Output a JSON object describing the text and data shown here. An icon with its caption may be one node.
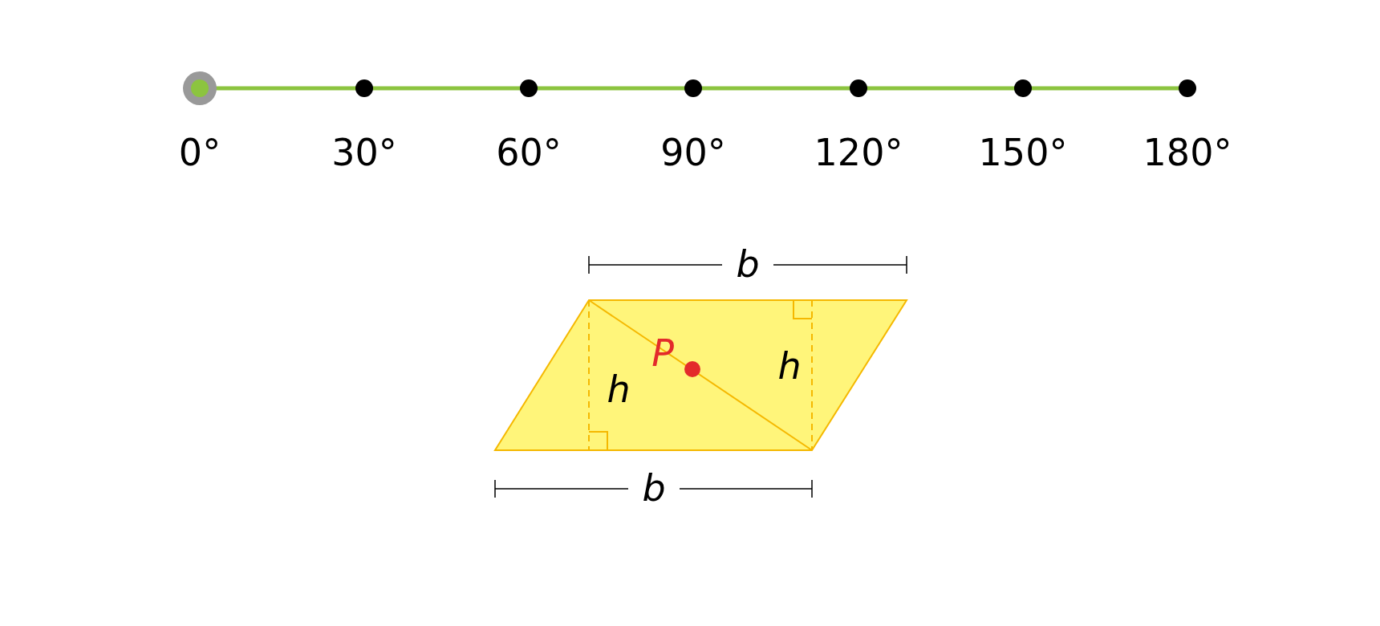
{
  "diagram": {
    "labels": [
      "0°",
      "30°",
      "60°",
      "90°",
      "120°",
      "150°",
      "180°",
      "b",
      "P",
      "h",
      "h",
      "b"
    ]
  }
}
